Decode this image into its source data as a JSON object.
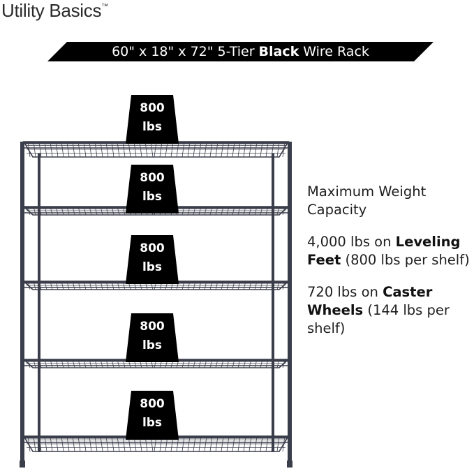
{
  "brand": {
    "name": "Utility Basics",
    "trademark": "™"
  },
  "banner": {
    "prefix": "60\" x 18\" x 72\" 5-Tier",
    "emphasis": "Black",
    "suffix": "Wire Rack"
  },
  "shelves": [
    {
      "weight": "800",
      "unit": "lbs"
    },
    {
      "weight": "800",
      "unit": "lbs"
    },
    {
      "weight": "800",
      "unit": "lbs"
    },
    {
      "weight": "800",
      "unit": "lbs"
    },
    {
      "weight": "800",
      "unit": "lbs"
    }
  ],
  "info": {
    "heading": "Maximum Weight Capacity",
    "leveling": {
      "amount": "4,000 lbs on",
      "bold": "Leveling Feet",
      "detail": "(800 lbs per shelf)"
    },
    "caster": {
      "amount": "720 lbs on",
      "bold": "Caster Wheels",
      "detail": "(144 lbs per shelf)"
    }
  },
  "colors": {
    "rack": "#3a3d4a",
    "badge": "#000000",
    "text": "#1e1e1e"
  }
}
